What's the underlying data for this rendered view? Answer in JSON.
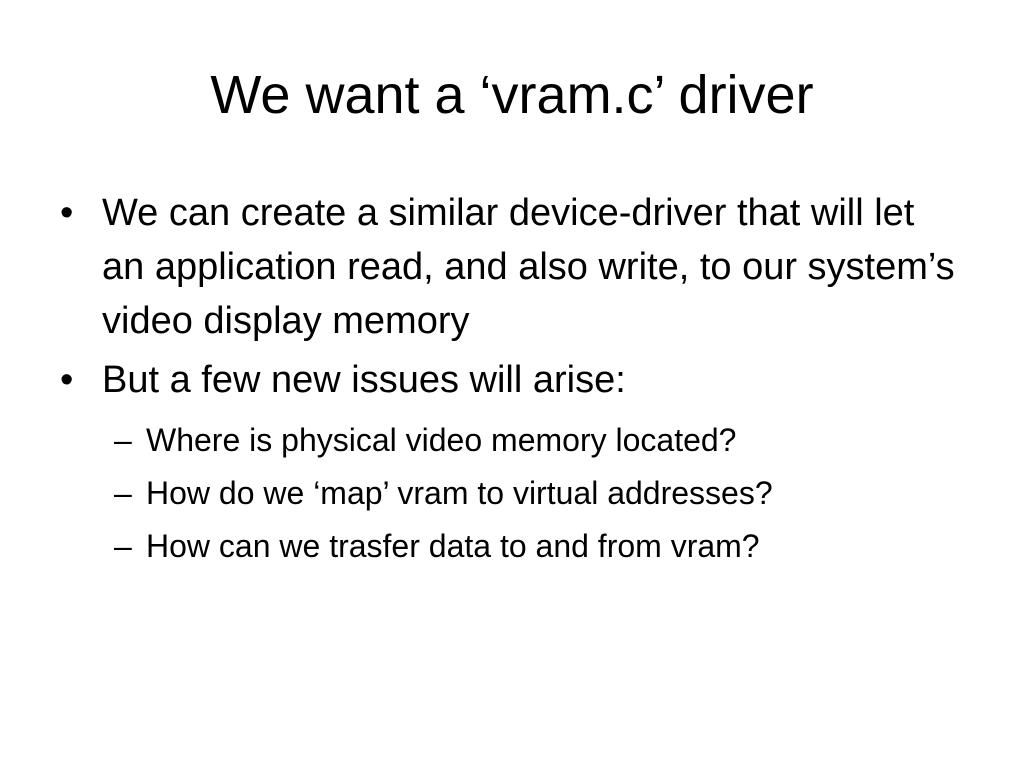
{
  "slide": {
    "title": "We want a ‘vram.c’ driver",
    "bullets": [
      {
        "marker": "•",
        "text": "We can create a similar device-driver that will let an application read, and also write, to our system’s video display memory"
      },
      {
        "marker": "•",
        "text": "But a few new issues will arise:"
      }
    ],
    "sub_bullets": [
      {
        "marker": "–",
        "text": "Where is physical video memory located?"
      },
      {
        "marker": "–",
        "text": "How do we ‘map’ vram to virtual addresses?"
      },
      {
        "marker": "–",
        "text": "How can we trasfer data to and from vram?"
      }
    ]
  }
}
